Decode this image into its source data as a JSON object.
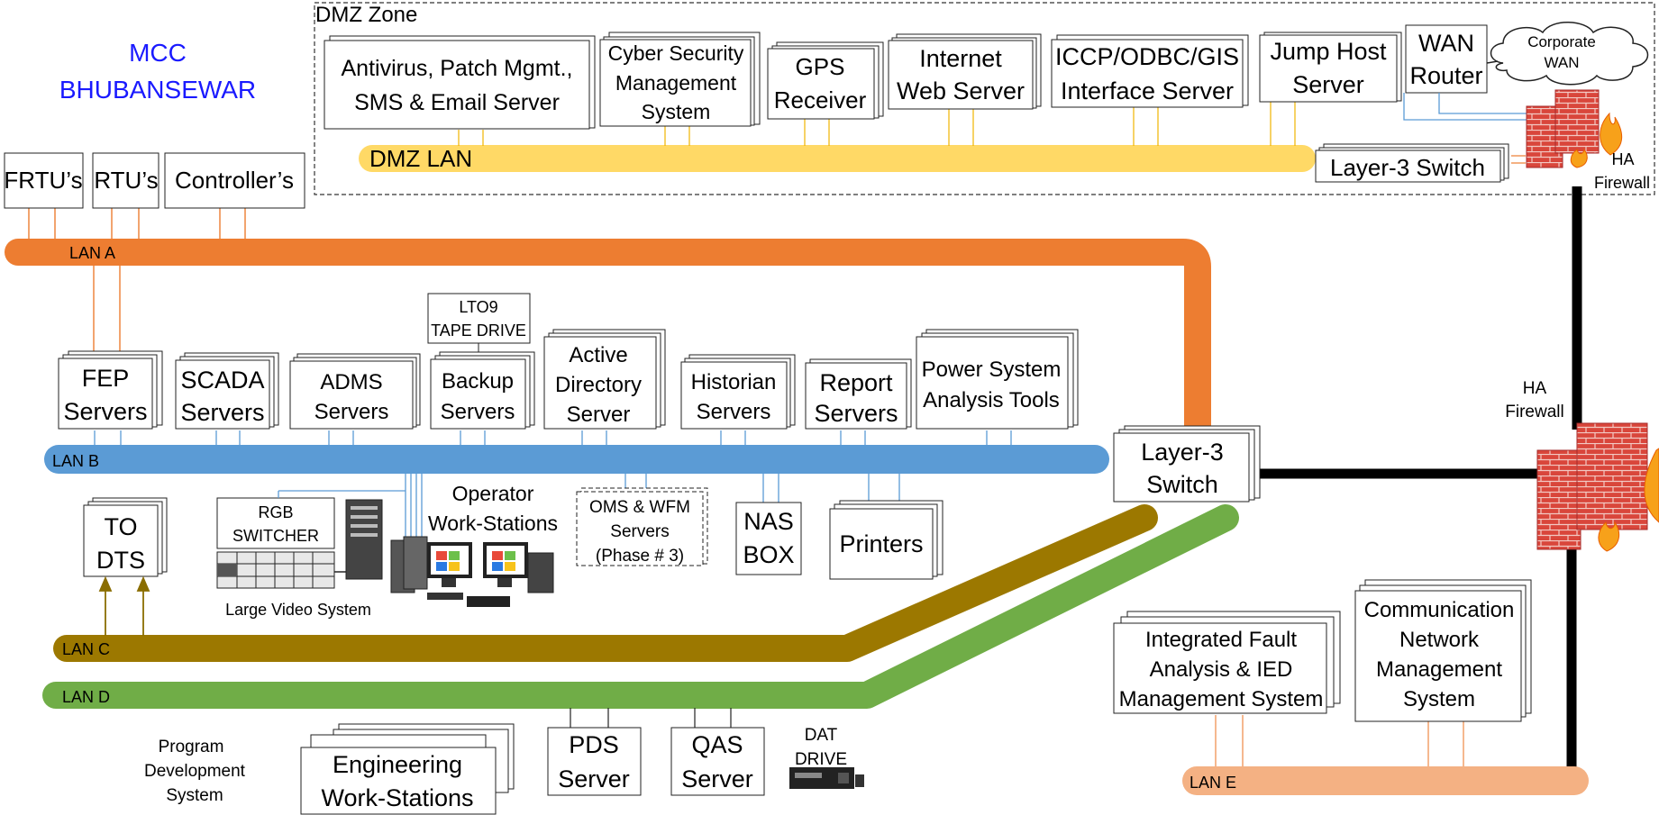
{
  "mcc": {
    "line1": "MCC",
    "line2": "BHUBANSEWAR"
  },
  "dmz": {
    "zone_label": "DMZ Zone",
    "lan_label": "DMZ LAN",
    "antivirus": [
      "Antivirus, Patch Mgmt.,",
      "SMS & Email  Server"
    ],
    "cyber": [
      "Cyber Security",
      "Management",
      "System"
    ],
    "gps": [
      "GPS",
      "Receiver"
    ],
    "web": [
      "Internet",
      "Web Server"
    ],
    "iccp": [
      "ICCP/ODBC/GIS",
      "Interface Server"
    ],
    "jump": [
      "Jump Host",
      "Server"
    ],
    "wan": [
      "WAN",
      "Router"
    ],
    "corporate_wan": [
      "Corporate",
      "WAN"
    ],
    "switch": "Layer-3 Switch",
    "firewall": [
      "HA",
      "Firewall"
    ]
  },
  "lan_a": {
    "label": "LAN A",
    "frtu": "FRTU’s",
    "rtu": "RTU’s",
    "controller": "Controller’s"
  },
  "lan_b": {
    "label": "LAN B",
    "fep": [
      "FEP",
      "Servers"
    ],
    "scada": [
      "SCADA",
      "Servers"
    ],
    "adms": [
      "ADMS",
      "Servers"
    ],
    "tape": [
      "LTO9",
      "TAPE DRIVE"
    ],
    "backup": [
      "Backup",
      "Servers"
    ],
    "ad": [
      "Active",
      "Directory",
      "Server"
    ],
    "historian": [
      "Historian",
      "Servers"
    ],
    "report": [
      "Report",
      "Servers"
    ],
    "psa": [
      "Power System",
      "Analysis Tools"
    ],
    "switch": [
      "Layer-3",
      "Switch"
    ],
    "firewall": [
      "HA",
      "Firewall"
    ]
  },
  "lan_c": {
    "label": "LAN C",
    "dts": [
      "TO",
      "DTS"
    ],
    "rgb": [
      "RGB",
      "SWITCHER"
    ],
    "video": "Large Video System",
    "operator": [
      "Operator",
      "Work-Stations"
    ],
    "oms": [
      "OMS & WFM",
      "Servers",
      "(Phase # 3)"
    ],
    "nas": [
      "NAS",
      "BOX"
    ],
    "printers": "Printers"
  },
  "lan_d": {
    "label": "LAN D",
    "pds_label": [
      "Program",
      "Development",
      "System"
    ],
    "eng": [
      "Engineering",
      "Work-Stations"
    ],
    "pds": [
      "PDS",
      "Server"
    ],
    "qas": [
      "QAS",
      "Server"
    ],
    "dat": [
      "DAT",
      "DRIVE"
    ]
  },
  "lan_e": {
    "label": "LAN E",
    "ifa": [
      "Integrated Fault",
      "Analysis & IED",
      "Management System"
    ],
    "cnms": [
      "Communication",
      "Network",
      "Management",
      "System"
    ]
  },
  "colors": {
    "lan_a": "#ed7d31",
    "lan_b": "#5b9bd5",
    "lan_c": "#9c7800",
    "lan_d": "#70ad47",
    "lan_e": "#f4b183",
    "dmz_lan": "#ffd966",
    "mcc_title": "#1a1aff",
    "backbone": "#000000"
  }
}
